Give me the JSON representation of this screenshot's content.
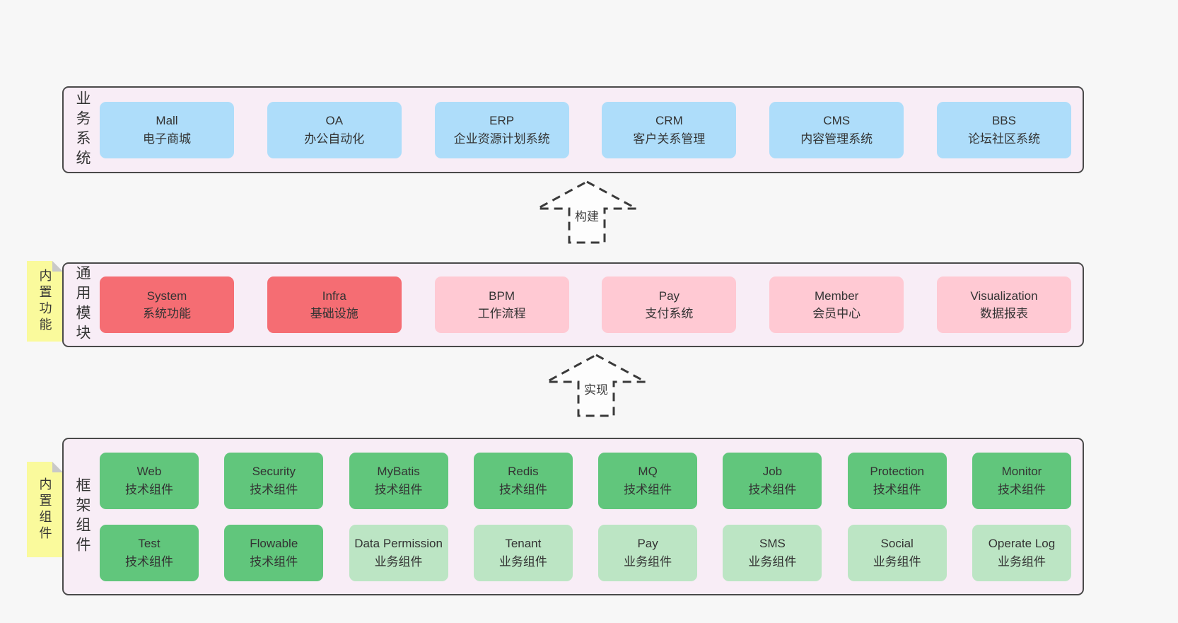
{
  "diagram": {
    "colors": {
      "page_bg": "#f7f7f7",
      "layer_bg": "#f8edf6",
      "layer_border": "#4a4a4a",
      "blue": "#aeddfa",
      "red": "#f56d73",
      "pink": "#ffc9d3",
      "green": "#61c67c",
      "lightgreen": "#bce5c4",
      "sticky_yellow": "#fafa9c",
      "sticky_fold": "#c9c9c9",
      "text": "#333333"
    },
    "arrows": [
      {
        "label": "构建"
      },
      {
        "label": "实现"
      }
    ],
    "layers": [
      {
        "label": "业务系统",
        "boxes": [
          {
            "en": "Mall",
            "zh": "电子商城",
            "variant": "blue"
          },
          {
            "en": "OA",
            "zh": "办公自动化",
            "variant": "blue"
          },
          {
            "en": "ERP",
            "zh": "企业资源计划系统",
            "variant": "blue"
          },
          {
            "en": "CRM",
            "zh": "客户关系管理",
            "variant": "blue"
          },
          {
            "en": "CMS",
            "zh": "内容管理系统",
            "variant": "blue"
          },
          {
            "en": "BBS",
            "zh": "论坛社区系统",
            "variant": "blue"
          }
        ]
      },
      {
        "label": "通用模块",
        "sticky": "内置功能",
        "boxes": [
          {
            "en": "System",
            "zh": "系统功能",
            "variant": "red"
          },
          {
            "en": "Infra",
            "zh": "基础设施",
            "variant": "red"
          },
          {
            "en": "BPM",
            "zh": "工作流程",
            "variant": "pink"
          },
          {
            "en": "Pay",
            "zh": "支付系统",
            "variant": "pink"
          },
          {
            "en": "Member",
            "zh": "会员中心",
            "variant": "pink"
          },
          {
            "en": "Visualization",
            "zh": "数据报表",
            "variant": "pink"
          }
        ]
      },
      {
        "label": "框架组件",
        "sticky": "内置组件",
        "rows": [
          [
            {
              "en": "Web",
              "zh": "技术组件",
              "variant": "green"
            },
            {
              "en": "Security",
              "zh": "技术组件",
              "variant": "green"
            },
            {
              "en": "MyBatis",
              "zh": "技术组件",
              "variant": "green"
            },
            {
              "en": "Redis",
              "zh": "技术组件",
              "variant": "green"
            },
            {
              "en": "MQ",
              "zh": "技术组件",
              "variant": "green"
            },
            {
              "en": "Job",
              "zh": "技术组件",
              "variant": "green"
            },
            {
              "en": "Protection",
              "zh": "技术组件",
              "variant": "green"
            },
            {
              "en": "Monitor",
              "zh": "技术组件",
              "variant": "green"
            }
          ],
          [
            {
              "en": "Test",
              "zh": "技术组件",
              "variant": "green"
            },
            {
              "en": "Flowable",
              "zh": "技术组件",
              "variant": "green"
            },
            {
              "en": "Data Permission",
              "zh": "业务组件",
              "variant": "lightgreen"
            },
            {
              "en": "Tenant",
              "zh": "业务组件",
              "variant": "lightgreen"
            },
            {
              "en": "Pay",
              "zh": "业务组件",
              "variant": "lightgreen"
            },
            {
              "en": "SMS",
              "zh": "业务组件",
              "variant": "lightgreen"
            },
            {
              "en": "Social",
              "zh": "业务组件",
              "variant": "lightgreen"
            },
            {
              "en": "Operate Log",
              "zh": "业务组件",
              "variant": "lightgreen"
            }
          ]
        ]
      }
    ]
  }
}
